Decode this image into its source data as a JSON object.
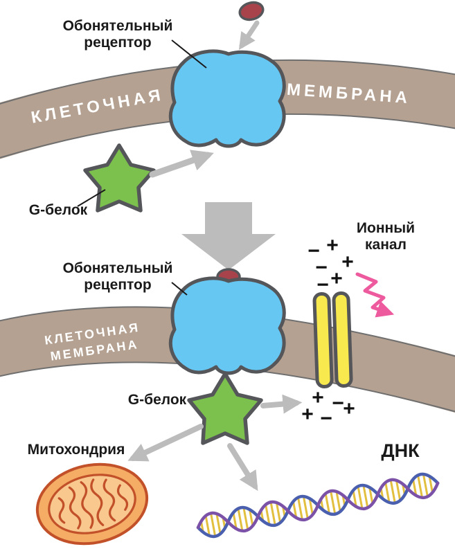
{
  "diagram": {
    "top_section": {
      "receptor_label_line1": "Обонятельный",
      "receptor_label_line2": "рецептор",
      "membrane_label_left": "КЛЕТОЧНАЯ",
      "membrane_label_right": "МЕМБРАНА",
      "g_protein_label": "G-белок"
    },
    "bottom_section": {
      "receptor_label_line1": "Обонятельный",
      "receptor_label_line2": "рецептор",
      "membrane_label_line1": "КЛЕТОЧНАЯ",
      "membrane_label_line2": "МЕМБРАНА",
      "g_protein_label": "G-белок",
      "ion_channel_label_line1": "Ионный",
      "ion_channel_label_line2": "канал",
      "mitochondria_label": "Митохондрия",
      "dna_label": "ДНК",
      "charges_above_channel": [
        "−",
        "+",
        "+",
        "−",
        "+",
        "−"
      ],
      "charges_below_channel": [
        "+",
        "−",
        "+",
        "−",
        "+"
      ]
    },
    "colors": {
      "membrane": "#b4a191",
      "membrane_edge": "#6f6f6f",
      "receptor": "#67c7f3",
      "odorant": "#a8434c",
      "g_protein": "#7cc14e",
      "ion_channel": "#f8e94e",
      "outline": "#55565a",
      "arrow": "#bcbcbc",
      "impulse": "#ee5a9e",
      "mitochondria": "#f5ad66",
      "mitochondria_detail": "#c2512a",
      "dna_strand_a": "#4a5fae",
      "dna_strand_b": "#7b52a8",
      "dna_rung": "#e2bf3e",
      "text": "#1a1a1a",
      "membrane_text": "#ffffff"
    }
  }
}
